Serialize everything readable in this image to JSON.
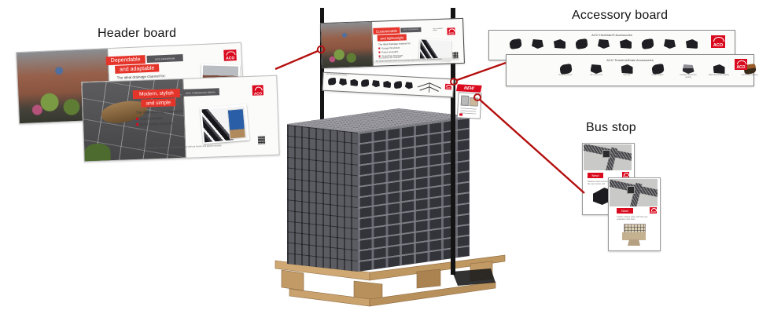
{
  "labels": {
    "header_board": "Header board",
    "accessory_board": "Accessory board",
    "bus_stop": "Bus stop"
  },
  "brand": {
    "logo": "ACO"
  },
  "colors": {
    "aco_red": "#da0a1e",
    "banner_red": "#e5352b",
    "badge_grey": "#57575b",
    "callout_red": "#b40f0f",
    "pallet_wood": "#c9a26e",
    "channel_grey": "#55555c"
  },
  "header_boards": {
    "back": {
      "title_line1": "Dependable",
      "title_line2": "and adaptable",
      "badge": "ACO HEXDRAIN",
      "intro": "The ideal drainage channel for:"
    },
    "front": {
      "title_line1": "Modern, stylish",
      "title_line2": "and simple",
      "badge": "ACO THRESHOLD DRAIN",
      "intro": "The ideal drainage channel for:",
      "bullets": [
        "Level thresholds",
        "Stylish patios and paths"
      ],
      "note": "Accessories also available",
      "footnote": "For further information about ACO's drainage range visit our house and garden website"
    }
  },
  "stand": {
    "banner": {
      "title_line1": "Customisable",
      "title_line2": "and lightweight",
      "badge": "ACO HEXDRAIN",
      "intro": "The ideal drainage channel for:",
      "bullets": [
        "Garage thresholds",
        "Patios and paths",
        "Pedestrian driveways"
      ],
      "note": "Accessories also available",
      "top_note": "Also available online",
      "footnote": "For further information about ACO's drainage range visit our house and garden website"
    },
    "strip": {
      "title": "ACO HexDrain Accessories",
      "icons": [
        "corner-unit",
        "sump-unit",
        "outlet-connector",
        "end-cap",
        "junction",
        "hopper",
        "leaf-guard",
        "grating"
      ]
    },
    "new_tag": {
      "label": "NEW"
    }
  },
  "accessory_boards": {
    "hexdrain": {
      "title": "ACO HexDrain® Accessories",
      "icons": [
        "corner-unit",
        "sump-unit",
        "vertical-outlet",
        "hopper",
        "end-cap",
        "gully-top",
        "corner-connector",
        "low-end-cap",
        "channel-connector"
      ]
    },
    "thresholddrain": {
      "title": "ACO ThresholdDrain Accessories",
      "items": [
        {
          "caption": "Drain connector"
        },
        {
          "caption": "45° corner unit"
        },
        {
          "caption": "End cap"
        },
        {
          "caption": "Outlet adaptor"
        },
        {
          "caption": "Anodised aluminium grating"
        },
        {
          "caption": "Black aluminium grating"
        },
        {
          "caption": "Corten steel grating"
        }
      ]
    }
  },
  "bus_stop": {
    "cards": [
      {
        "badge": "New!",
        "text": "Redirect water around corners with the new corner unit"
      },
      {
        "badge": "New!",
        "text": "Collect surface water with the new quadratic point drain"
      }
    ]
  }
}
